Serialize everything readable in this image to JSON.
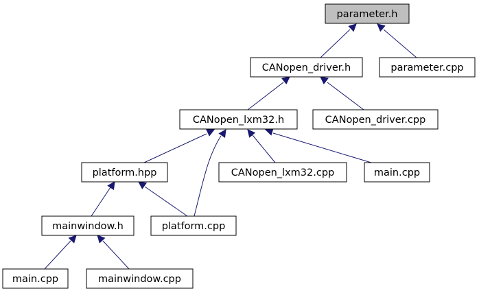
{
  "diagram": {
    "type": "include-dependency-graph",
    "colors": {
      "edge": "#191970",
      "root_fill": "#bfbfbf",
      "node_fill": "#ffffff",
      "node_border": "#000000"
    },
    "nodes": [
      {
        "id": "parameter_h",
        "label": "parameter.h",
        "root": true
      },
      {
        "id": "canopen_driver_h",
        "label": "CANopen_driver.h"
      },
      {
        "id": "parameter_cpp",
        "label": "parameter.cpp"
      },
      {
        "id": "canopen_lxm32_h",
        "label": "CANopen_lxm32.h"
      },
      {
        "id": "canopen_driver_cpp",
        "label": "CANopen_driver.cpp"
      },
      {
        "id": "platform_hpp",
        "label": "platform.hpp"
      },
      {
        "id": "canopen_lxm32_cpp",
        "label": "CANopen_lxm32.cpp"
      },
      {
        "id": "main_cpp_1",
        "label": "main.cpp"
      },
      {
        "id": "mainwindow_h",
        "label": "mainwindow.h"
      },
      {
        "id": "platform_cpp",
        "label": "platform.cpp"
      },
      {
        "id": "main_cpp_2",
        "label": "main.cpp"
      },
      {
        "id": "mainwindow_cpp",
        "label": "mainwindow.cpp"
      }
    ],
    "edges": [
      {
        "from": "canopen_driver_h",
        "to": "parameter_h"
      },
      {
        "from": "parameter_cpp",
        "to": "parameter_h"
      },
      {
        "from": "canopen_lxm32_h",
        "to": "canopen_driver_h"
      },
      {
        "from": "canopen_driver_cpp",
        "to": "canopen_driver_h"
      },
      {
        "from": "platform_hpp",
        "to": "canopen_lxm32_h"
      },
      {
        "from": "platform_cpp",
        "to": "canopen_lxm32_h"
      },
      {
        "from": "canopen_lxm32_cpp",
        "to": "canopen_lxm32_h"
      },
      {
        "from": "main_cpp_1",
        "to": "canopen_lxm32_h"
      },
      {
        "from": "mainwindow_h",
        "to": "platform_hpp"
      },
      {
        "from": "platform_cpp",
        "to": "platform_hpp"
      },
      {
        "from": "main_cpp_2",
        "to": "mainwindow_h"
      },
      {
        "from": "mainwindow_cpp",
        "to": "mainwindow_h"
      }
    ]
  }
}
